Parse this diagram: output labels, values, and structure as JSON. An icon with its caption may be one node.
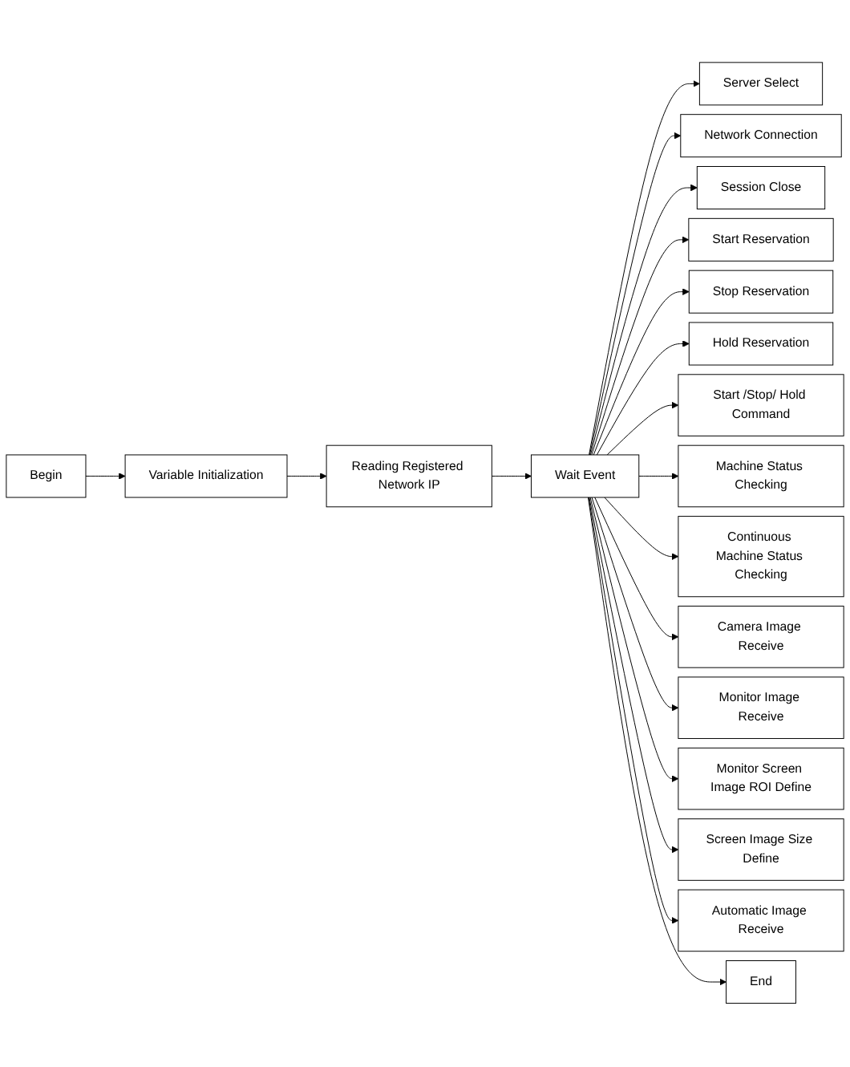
{
  "diagram": {
    "nodes": [
      {
        "text": [
          "Begin"
        ]
      },
      {
        "text": [
          "Variable Initialization"
        ]
      },
      {
        "text": [
          "Reading Registered Network IP"
        ]
      },
      {
        "text": [
          "Wait Event"
        ]
      },
      {
        "text": [
          "Server Select"
        ]
      },
      {
        "text": [
          "Network Connection"
        ]
      },
      {
        "text": [
          "Session Close"
        ]
      },
      {
        "text": [
          "Start Reservation"
        ]
      },
      {
        "text": [
          "Stop Reservation"
        ]
      },
      {
        "text": [
          "Hold Reservation"
        ]
      },
      {
        "text": [
          "Start /Stop/ Hold Command"
        ]
      },
      {
        "text": [
          "Machine Status Checking"
        ]
      },
      {
        "text": [
          "Continuous Machine Status Checking"
        ]
      },
      {
        "text": [
          "Camera Image Receive"
        ]
      },
      {
        "text": [
          "Monitor Image Receive"
        ]
      },
      {
        "text": [
          "Monitor Screen Image ROI Define"
        ]
      },
      {
        "text": [
          "Screen Image Size Define"
        ]
      },
      {
        "text": [
          "Automatic Image Receive"
        ]
      },
      {
        "text": [
          "End"
        ]
      }
    ],
    "edges": [
      {
        "from": 0,
        "to": 1,
        "arrow": "to"
      },
      {
        "from": 1,
        "to": 2,
        "arrow": "to"
      },
      {
        "from": 2,
        "to": 3,
        "arrow": "to"
      },
      {
        "from": 3,
        "to": 4,
        "arrow": "to"
      },
      {
        "from": 3,
        "to": 5,
        "arrow": "to"
      },
      {
        "from": 3,
        "to": 6,
        "arrow": "to"
      },
      {
        "from": 3,
        "to": 7,
        "arrow": "to"
      },
      {
        "from": 3,
        "to": 8,
        "arrow": "to"
      },
      {
        "from": 3,
        "to": 9,
        "arrow": "to"
      },
      {
        "from": 3,
        "to": 10,
        "arrow": "to"
      },
      {
        "from": 3,
        "to": 11,
        "arrow": "to"
      },
      {
        "from": 3,
        "to": 12,
        "arrow": "to"
      },
      {
        "from": 3,
        "to": 13,
        "arrow": "to"
      },
      {
        "from": 3,
        "to": 14,
        "arrow": "to"
      },
      {
        "from": 3,
        "to": 15,
        "arrow": "to"
      },
      {
        "from": 3,
        "to": 16,
        "arrow": "to"
      },
      {
        "from": 3,
        "to": 17,
        "arrow": "to"
      },
      {
        "from": 3,
        "to": 18,
        "arrow": "to"
      }
    ]
  }
}
